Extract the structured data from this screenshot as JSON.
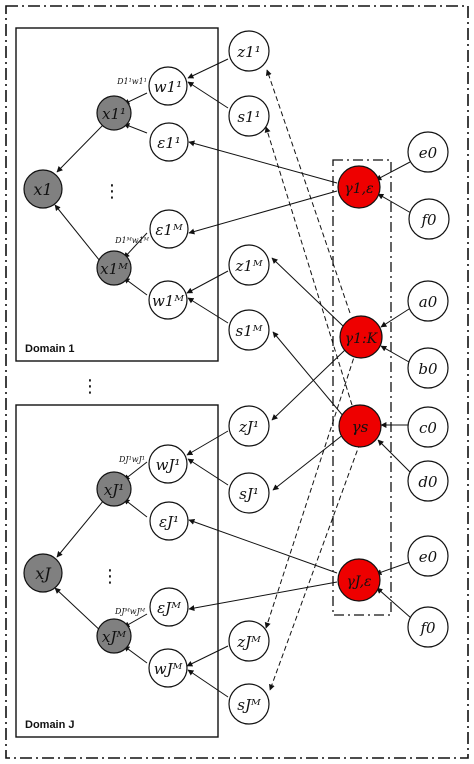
{
  "domains": {
    "d1": {
      "label": "Domain 1",
      "x": "x1",
      "x_top": "x1¹",
      "x_bot": "x1ᴹ",
      "w_top": "w1¹",
      "w_bot": "w1ᴹ",
      "eps_top": "ε1¹",
      "eps_bot": "ε1ᴹ",
      "d_top": "D1¹w1¹",
      "d_bot": "D1ᴹw1ᴹ",
      "vdots": "⋮"
    },
    "dJ": {
      "label": "Domain J",
      "x": "xJ",
      "x_top": "xJ¹",
      "x_bot": "xJᴹ",
      "w_top": "wJ¹",
      "w_bot": "wJᴹ",
      "eps_top": "εJ¹",
      "eps_bot": "εJᴹ",
      "d_top": "DJ¹wJ¹",
      "d_bot": "DJᴹwJᴹ",
      "vdots": "⋮"
    }
  },
  "outer_nodes": {
    "z11": "z1¹",
    "s11": "s1¹",
    "z1M": "z1ᴹ",
    "s1M": "s1ᴹ",
    "zJ1": "zJ¹",
    "sJ1": "sJ¹",
    "zJM": "zJᴹ",
    "sJM": "sJᴹ"
  },
  "gamma_nodes": {
    "g1e": "γ1,ε",
    "g1K": "γ1:K",
    "gs": "γs",
    "gJe": "γJ,ε"
  },
  "hyper_nodes": {
    "e0_top": "e0",
    "f0_top": "f0",
    "a0": "a0",
    "b0": "b0",
    "c0": "c0",
    "d0": "d0",
    "e0_bot": "e0",
    "f0_bot": "f0"
  },
  "between_domains": "⋮",
  "colors": {
    "observed": "#808080",
    "gamma": "#ee0000",
    "latent": "#ffffff",
    "stroke": "#111111"
  }
}
